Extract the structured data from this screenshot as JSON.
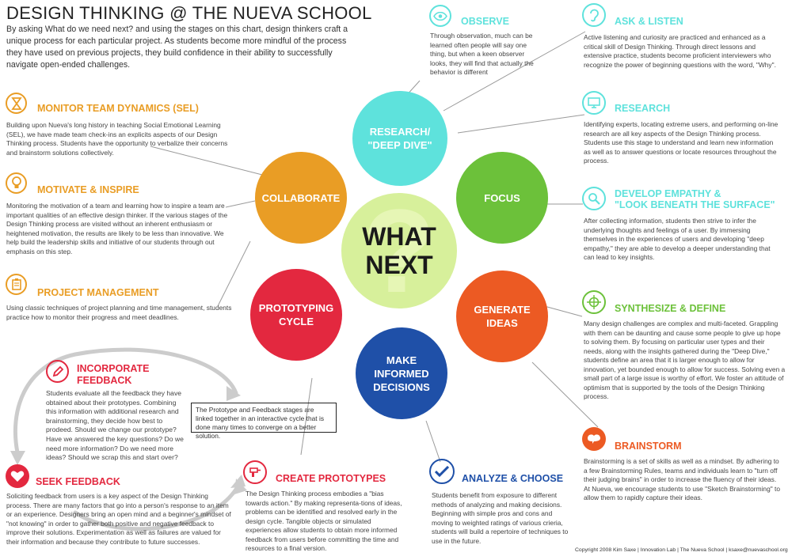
{
  "title": "DESIGN THINKING @ THE NUEVA SCHOOL",
  "intro": "By asking What do we need next? and using the stages on this chart, design thinkers craft a unique process for each particular project. As students become more mindful of the process they have used on previous projects, they build confidence in their ability to successfully navigate open-ended challenges.",
  "center": {
    "line1": "WHAT",
    "line2": "NEXT",
    "glyph": "?"
  },
  "circles": {
    "research": "RESEARCH/ \"DEEP DIVE\"",
    "focus": "FOCUS",
    "generate": "GENERATE IDEAS",
    "decisions": "MAKE INFORMED DECISIONS",
    "prototyping": "PROTOTYPING CYCLE",
    "collaborate": "COLLABORATE"
  },
  "colors": {
    "research": "#5ee2dc",
    "focus": "#6cc13a",
    "generate": "#ec5a23",
    "decisions": "#1f50a8",
    "prototyping": "#e3283f",
    "collaborate": "#e99d25",
    "center": "#d7f09b"
  },
  "sections": {
    "monitor": {
      "heading": "MONITOR TEAM DYNAMICS (SEL)",
      "icon": "hourglass-icon",
      "body": "Building upon Nueva's long history in teaching Social Emotional Learning (SEL), we have made team check-ins an explicits aspects of our Design Thinking process. Students have the opportunity to verbalize their concerns and brainstorm solutions collectively."
    },
    "motivate": {
      "heading": "MOTIVATE & INSPIRE",
      "icon": "lightbulb-icon",
      "body": "Monitoring the motivation of a team and learning how to inspire a team are important qualities of an effective design thinker. If the various stages of the Design Thinking process are visited without an inherent enthusiasm or heightened motivation, the results are likely to be less than innovative. We help build the leadership skills and initiative of our students through out emphasis on this step."
    },
    "project": {
      "heading": "PROJECT MANAGEMENT",
      "icon": "clipboard-icon",
      "body": "Using classic techniques of project planning and time management, students practice how to monitor their progress and meet deadlines."
    },
    "incorporate": {
      "heading": "INCORPORATE FEEDBACK",
      "icon": "pencil-icon",
      "body": "Students evaluate all the feedback they have obtained about their prototypes. Combining this information with additional research and brainstorming, they decide how best to prodeed. Should we change our prototype? Have we answered the key questions? Do we need more information? Do we need more ideas? Should we scrap this and start over?"
    },
    "seek": {
      "heading": "SEEK FEEDBACK",
      "icon": "heart-icon",
      "body": "Soliciting feedback from users is a key aspect of the Design Thinking process. There are many factors that go into a person's response to an item or an experience. Designers bring an open mind and a beginner's mindset of \"not knowing\" in order to gather both positive and negative feedback to improve their solutions. Experimentation as well as failures are valued for their information and because they contribute to future successes."
    },
    "create": {
      "heading": "CREATE PROTOTYPES",
      "icon": "drill-icon",
      "body": "The Design Thinking process embodies a \"bias towards action.\" By making representa-tions of ideas, problems can be identified and resolved early in the design cycle. Tangible objects or simulated experiences allow students to obtain more informed feedback from users before committing the time and resources to a final version."
    },
    "observe": {
      "heading": "OBSERVE",
      "icon": "eye-icon",
      "body": "Through observation, much can be learned often people will say one thing, but when a keen observer looks, they will find that actually the behavior is different"
    },
    "ask": {
      "heading": "ASK & LISTEN",
      "icon": "ear-icon",
      "body": "Active listening and curiosity are practiced and enhanced as a critical skill of Design Thinking. Through direct lessons and extensive practice, students become proficient interviewers who recognize the power of beginning questions with the word, \"Why\"."
    },
    "research": {
      "heading": "RESEARCH",
      "icon": "monitor-icon",
      "body": "Identifying experts, locating extreme users, and performing on-line research are all key aspects of the Design Thinking process. Students use this stage to understand and learn new information as well as to answer questions or locate resources throughout the process."
    },
    "empathy": {
      "heading": "DEVELOP EMPATHY &",
      "heading2": "\"LOOK BENEATH THE SURFACE\"",
      "icon": "magnifier-icon",
      "body": "After collecting information, students then strive to infer the underlying thoughts and feelings of a user. By immersing themselves in the experiences of users and developing \"deep empathy,\" they are able to develop a deeper understanding that can lead to key insights."
    },
    "synthesize": {
      "heading": "SYNTHESIZE & DEFINE",
      "icon": "crosshair-icon",
      "body": "Many design challenges are complex and multi-faceted. Grappling with them can be daunting and cause some people to give up hope to solving them. By focusing on particular user types and their needs, along with the insights gathered during the \"Deep Dive,\" students define an area that it is larger enough to allow for innovation, yet bounded enough to allow for success. Solving even a small part of a large issue is worthy of effort. We foster an attitude of optimism that is supported by the tools of the Design Thinking process."
    },
    "brainstorm": {
      "heading": "BRAINSTORM",
      "icon": "lightning-icon",
      "body": "Brainstorming is a set of skills as well as a mindset. By adhering to a few Brainstorming Rules, teams and individuals learn to \"turn off their judging brains\" in order to increase the fluency of their ideas. At Nueva, we encourage students to use \"Sketch Brainstorming\" to allow them to rapidly capture their ideas."
    },
    "analyze": {
      "heading": "ANALYZE & CHOOSE",
      "icon": "checkmark-icon",
      "body": "Students benefit from exposure to different methods of analyzing and making decisions. Beginning with simple pros and cons and moving to weighted ratings of various crieria, students will build a repertoire of techniques to use in the future."
    }
  },
  "note": "The Prototype and Feedback stages are linked together in an interactive cycle that is done many times to converge on a better solution.",
  "footer": "Copyright 2008 Kim Saxe | Innovation Lab | The Nueva School | ksaxe@nuevaschool.org"
}
